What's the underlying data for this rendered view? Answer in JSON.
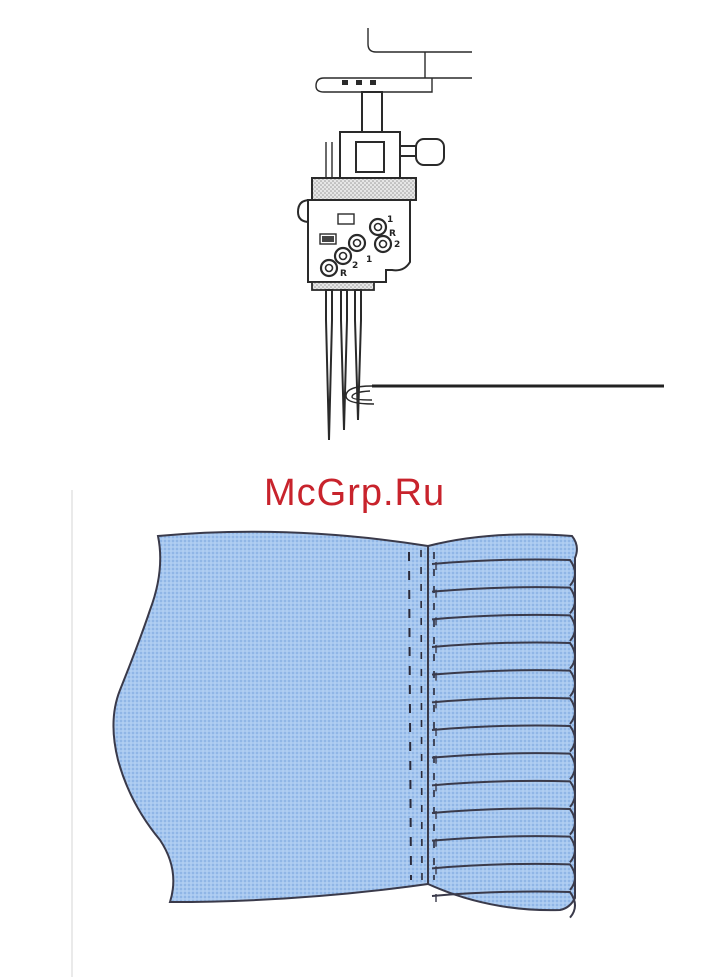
{
  "watermark": {
    "text": "McGrp.Ru"
  },
  "machine": {
    "thread_guide_labels": [
      "1",
      "R",
      "2",
      "2",
      "1",
      "R"
    ]
  },
  "fabric": {
    "fill_color": "#9cc0ec",
    "edge_color": "#3a3a4a",
    "gather_count": 12
  }
}
